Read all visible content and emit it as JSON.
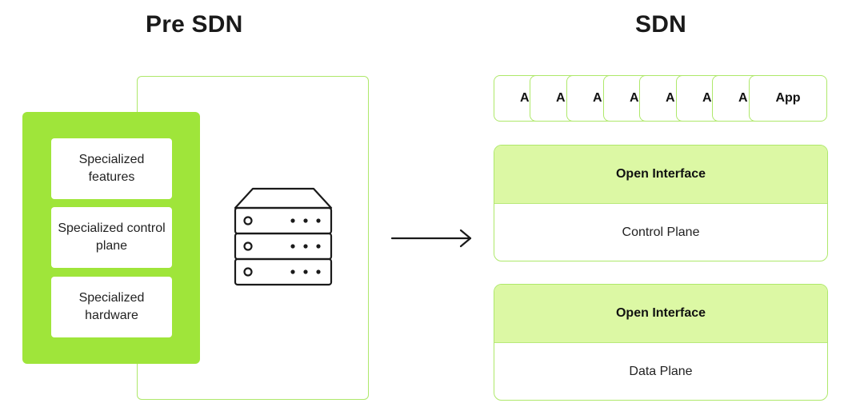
{
  "pre_sdn": {
    "title": "Pre SDN",
    "features": [
      "Specialized features",
      "Specialized control plane",
      "Specialized hardware"
    ]
  },
  "sdn": {
    "title": "SDN",
    "apps": [
      "A",
      "A",
      "A",
      "A",
      "A",
      "A",
      "A",
      "App"
    ],
    "layers": [
      {
        "header": "Open Interface",
        "body": "Control Plane"
      },
      {
        "header": "Open Interface",
        "body": "Data Plane"
      }
    ]
  },
  "colors": {
    "accent_green": "#9fe53a",
    "light_green": "#dcf8a4",
    "border_green": "#aee86a"
  },
  "icons": [
    "server-rack-icon",
    "arrow-right-icon"
  ]
}
